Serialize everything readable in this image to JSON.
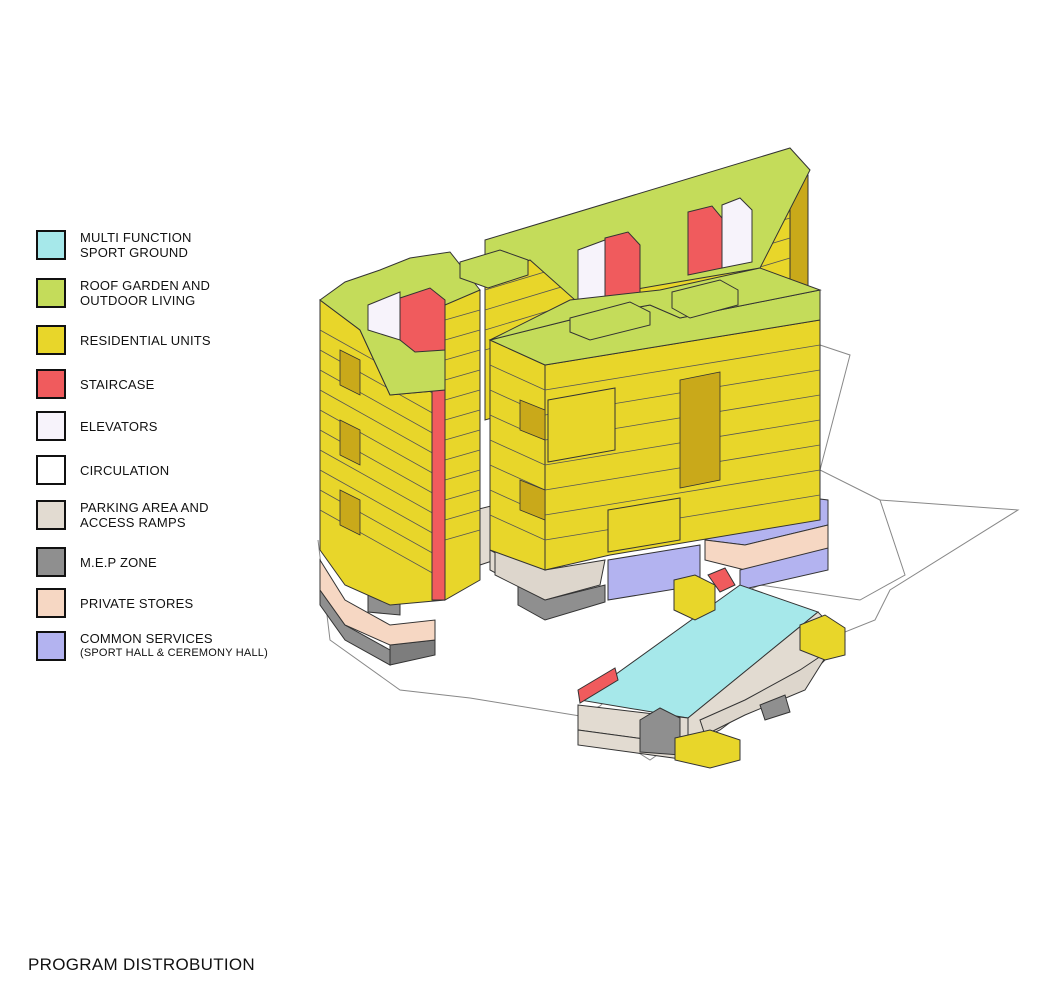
{
  "colors": {
    "sport": "#a6e8ea",
    "roof": "#c4dc5a",
    "residential": "#e8d62a",
    "residential_dark": "#c9a91a",
    "staircase": "#f05b5d",
    "elevators": "#f7f3fb",
    "circulation": "#ffffff",
    "parking": "#e2dbd1",
    "mep": "#8f8f8f",
    "stores": "#f6d7c3",
    "common": "#b3b3f0"
  },
  "legend": [
    {
      "label": "MULTI FUNCTION",
      "label2": "SPORT GROUND",
      "color": "#a6e8ea"
    },
    {
      "label": "ROOF GARDEN AND",
      "label2": "OUTDOOR LIVING",
      "color": "#c4dc5a"
    },
    {
      "label": "RESIDENTIAL UNITS",
      "label2": "",
      "color": "#e8d62a"
    },
    {
      "label": "STAIRCASE",
      "label2": "",
      "color": "#f05b5d"
    },
    {
      "label": "ELEVATORS",
      "label2": "",
      "color": "#f7f3fb"
    },
    {
      "label": "CIRCULATION",
      "label2": "",
      "color": "#ffffff"
    },
    {
      "label": "PARKING AREA AND",
      "label2": "ACCESS RAMPS",
      "color": "#e2dbd1"
    },
    {
      "label": "M.E.P ZONE",
      "label2": "",
      "color": "#8f8f8f"
    },
    {
      "label": "PRIVATE STORES",
      "label2": "",
      "color": "#f6d7c3"
    },
    {
      "label": "COMMON SERVICES",
      "label2": "(SPORT HALL & CEREMONY HALL)",
      "color": "#b3b3f0"
    }
  ],
  "title": "PROGRAM DISTROBUTION"
}
